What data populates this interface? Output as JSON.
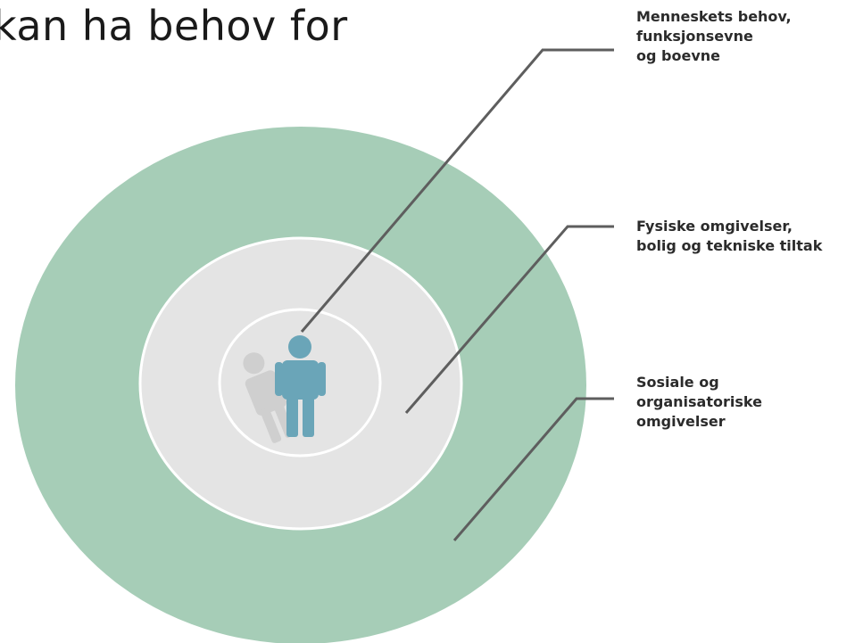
{
  "heading": "kan ha behov for",
  "labels": [
    {
      "lines": [
        "Menneskets behov,",
        "funksjonsevne",
        "og boevne"
      ]
    },
    {
      "lines": [
        "Fysiske omgivelser,",
        "bolig og tekniske tiltak"
      ]
    },
    {
      "lines": [
        "Sosiale og",
        "organisatoriske",
        "omgivelser"
      ]
    }
  ],
  "colors": {
    "outer_ring": "#a6cdb7",
    "middle_ring": "#e4e4e4",
    "inner_ring_stroke": "#ffffff",
    "person": "#6aa5b8",
    "shadow": "#cfcfcf",
    "leader_line": "#5e5e5e"
  },
  "icons": [
    "person-icon"
  ]
}
